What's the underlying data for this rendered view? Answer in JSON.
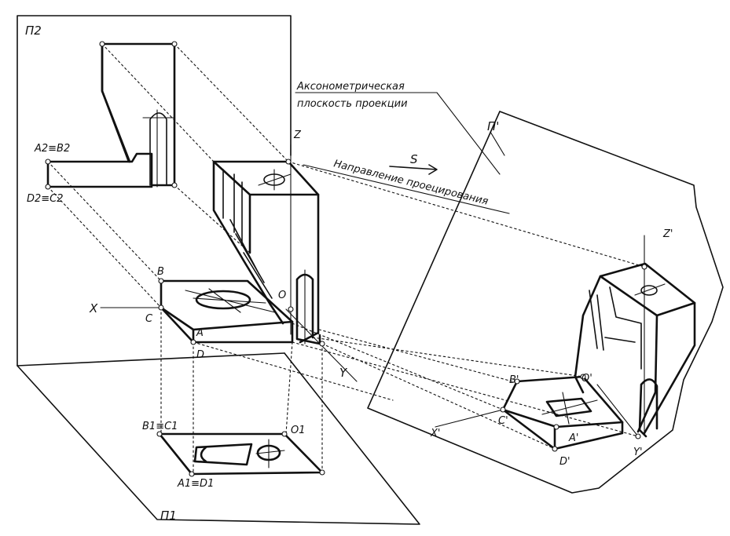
{
  "labels": {
    "plane_p2": "П2",
    "plane_p1": "П1",
    "plane_paxon": "П'",
    "axon_plane_line1": "Аксонометрическая",
    "axon_plane_line2": "плоскость проекции",
    "direction_s": "S",
    "direction_text": "Направление проецирования",
    "a2b2": "A2≡B2",
    "d2c2": "D2≡C2",
    "b1c1": "B1≡C1",
    "o1": "O1",
    "a1d1": "A1≡D1",
    "axis_x": "X",
    "axis_y": "Y",
    "axis_z": "Z",
    "pt_b": "B",
    "pt_c": "C",
    "pt_a": "A",
    "pt_d": "D",
    "pt_o": "O",
    "axis_x_p": "X'",
    "axis_y_p": "Y'",
    "axis_z_p": "Z'",
    "pt_b_p": "B'",
    "pt_c_p": "C'",
    "pt_a_p": "A'",
    "pt_d_p": "D'",
    "pt_o_p": "O'"
  }
}
